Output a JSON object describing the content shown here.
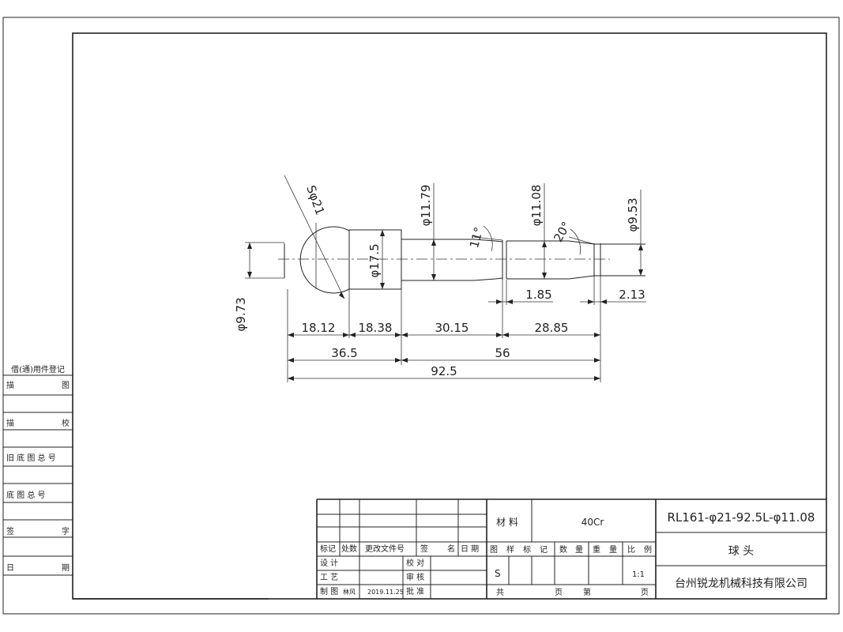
{
  "drawing": {
    "dimensions": {
      "d_ball": "Sφ21",
      "d_neck": "φ17.5",
      "d_shank1": "φ11.79",
      "d_shank2": "φ11.08",
      "d_tip": "φ9.53",
      "d_left": "φ9.73",
      "angle1": "11°",
      "angle2": "20°",
      "len_1_85": "1.85",
      "len_2_13": "2.13",
      "len_18_12": "18.12",
      "len_18_38": "18.38",
      "len_30_15": "30.15",
      "len_28_85": "28.85",
      "len_36_5": "36.5",
      "len_56": "56",
      "len_total": "92.5"
    }
  },
  "left_register": {
    "title": "借(通)用件登记",
    "rows": [
      {
        "a": "描",
        "b": "图"
      },
      {
        "a": "描",
        "b": "校"
      },
      {
        "a": "旧 底 图 总 号",
        "b": ""
      },
      {
        "a": "底  图  总  号",
        "b": ""
      },
      {
        "a": "签",
        "b": "字"
      },
      {
        "a": "日",
        "b": "期"
      }
    ]
  },
  "title_block": {
    "rev_headers": [
      "标记",
      "处数",
      "更改文件号",
      "签",
      "名",
      "日 期"
    ],
    "design": "设  计",
    "check": "校  对",
    "process": "工  艺",
    "review": "审  核",
    "drawn": "制  图",
    "drawn_by": "林风",
    "drawn_date": "2019.11.25",
    "approve": "批  准",
    "material_label": "材  料",
    "material_value": "40Cr",
    "drawing_number": "RL161-φ21-92.5L-φ11.08",
    "part_name": "球 头",
    "company": "台州锐龙机械科技有限公司",
    "stage_headers": [
      "图",
      "样",
      "标",
      "记",
      "数",
      "量",
      "重",
      "量",
      "比",
      "例"
    ],
    "stage_value": "S",
    "scale_value": "1:1",
    "total_label": "共",
    "page_label_1": "页",
    "sheet_label": "第",
    "page_label_2": "页"
  }
}
